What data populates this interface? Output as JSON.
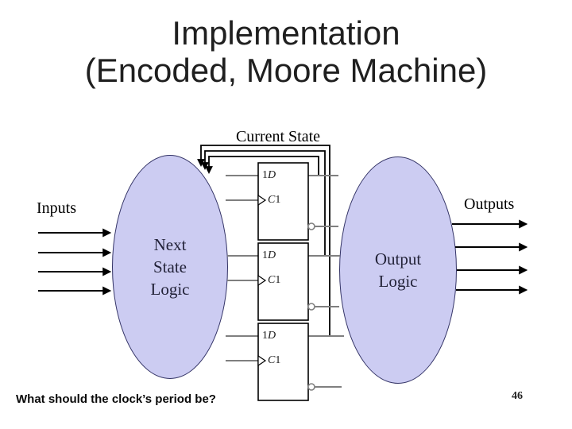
{
  "title": {
    "line1": "Implementation",
    "line2": "(Encoded, Moore Machine)"
  },
  "labels": {
    "current_state": "Current State",
    "inputs": "Inputs",
    "outputs": "Outputs"
  },
  "next_state_logic": {
    "lines": [
      "Next",
      "State",
      "Logic"
    ]
  },
  "output_logic": {
    "lines": [
      "Output",
      "Logic"
    ]
  },
  "flip_flop": {
    "d_num": "1",
    "d_letter": "D",
    "c_letter": "C",
    "c_num": "1"
  },
  "footer": {
    "question": "What should the clock’s period be?",
    "page_number": "46"
  },
  "counts": {
    "flip_flops": 3,
    "input_arrows": 4,
    "output_arrows": 4,
    "feedback_lines": 3
  },
  "colors": {
    "ellipse_fill": "#ccccf2",
    "ellipse_border": "#333366",
    "wire_gray": "#7f7f7f",
    "signal_black": "#000000",
    "title_text": "#1f1f1f"
  }
}
